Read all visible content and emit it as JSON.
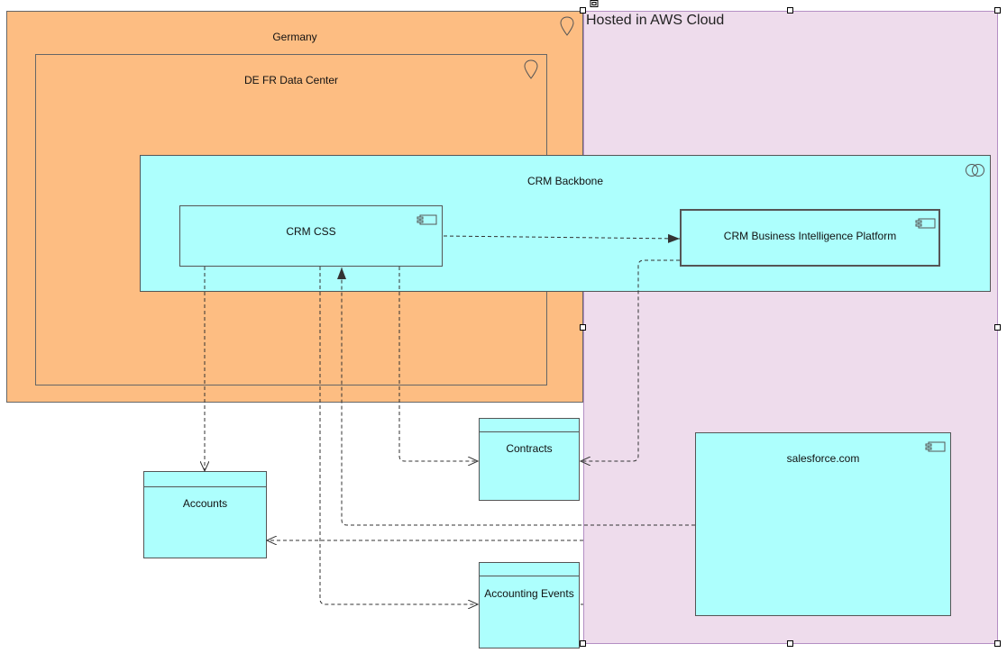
{
  "nodes": {
    "aws": "Hosted in AWS Cloud",
    "germany": "Germany",
    "data_center": "DE FR Data Center",
    "backbone": "CRM Backbone",
    "crm_css": "CRM CSS",
    "bi_platform": "CRM Business Intelligence Platform",
    "salesforce": "salesforce.com",
    "contracts": "Contracts",
    "accounts": "Accounts",
    "accounting_events": "Accounting Events"
  },
  "icons": {
    "location": "location-pin-icon",
    "collaboration": "collaboration-icon",
    "component": "component-icon"
  },
  "colors": {
    "location_fill": "#fdbd82",
    "cloud_fill": "#eedcec",
    "application_fill": "#adfffd"
  }
}
